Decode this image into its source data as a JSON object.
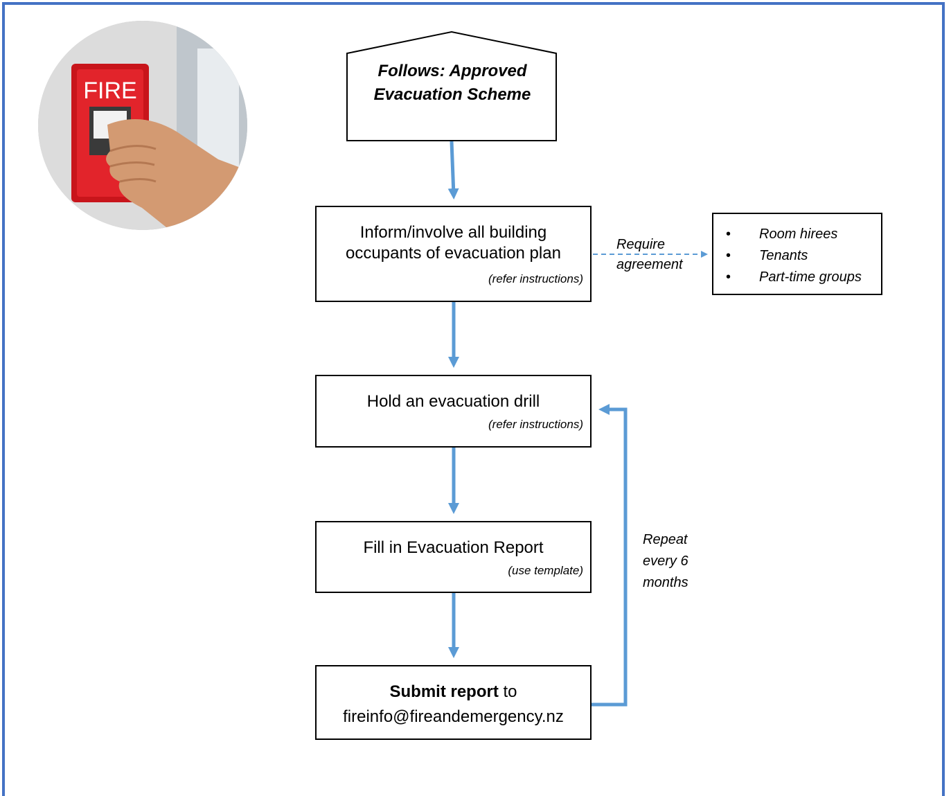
{
  "photo": {
    "alarm_label": "FIRE",
    "icon": "fire-alarm-photo"
  },
  "start": {
    "line1": "Follows: Approved",
    "line2": "Evacuation Scheme"
  },
  "steps": {
    "inform": {
      "line1": "Inform/involve all building",
      "line2": "occupants of evacuation plan",
      "note": "(refer instructions)"
    },
    "drill": {
      "line1": "Hold an evacuation drill",
      "note": "(refer instructions)"
    },
    "report": {
      "line1": "Fill in Evacuation Report",
      "note": "(use template)"
    },
    "submit": {
      "bold": "Submit report",
      "rest": " to",
      "email": "fireinfo@fireandemergency.nz"
    }
  },
  "side_link": {
    "line1": "Require",
    "line2": "agreement"
  },
  "side_list": [
    "Room hirees",
    "Tenants",
    "Part-time groups"
  ],
  "loop": {
    "line1": "Repeat",
    "line2": "every 6",
    "line3": "months"
  },
  "colors": {
    "frame": "#4472c4",
    "arrow": "#5b9bd5"
  }
}
